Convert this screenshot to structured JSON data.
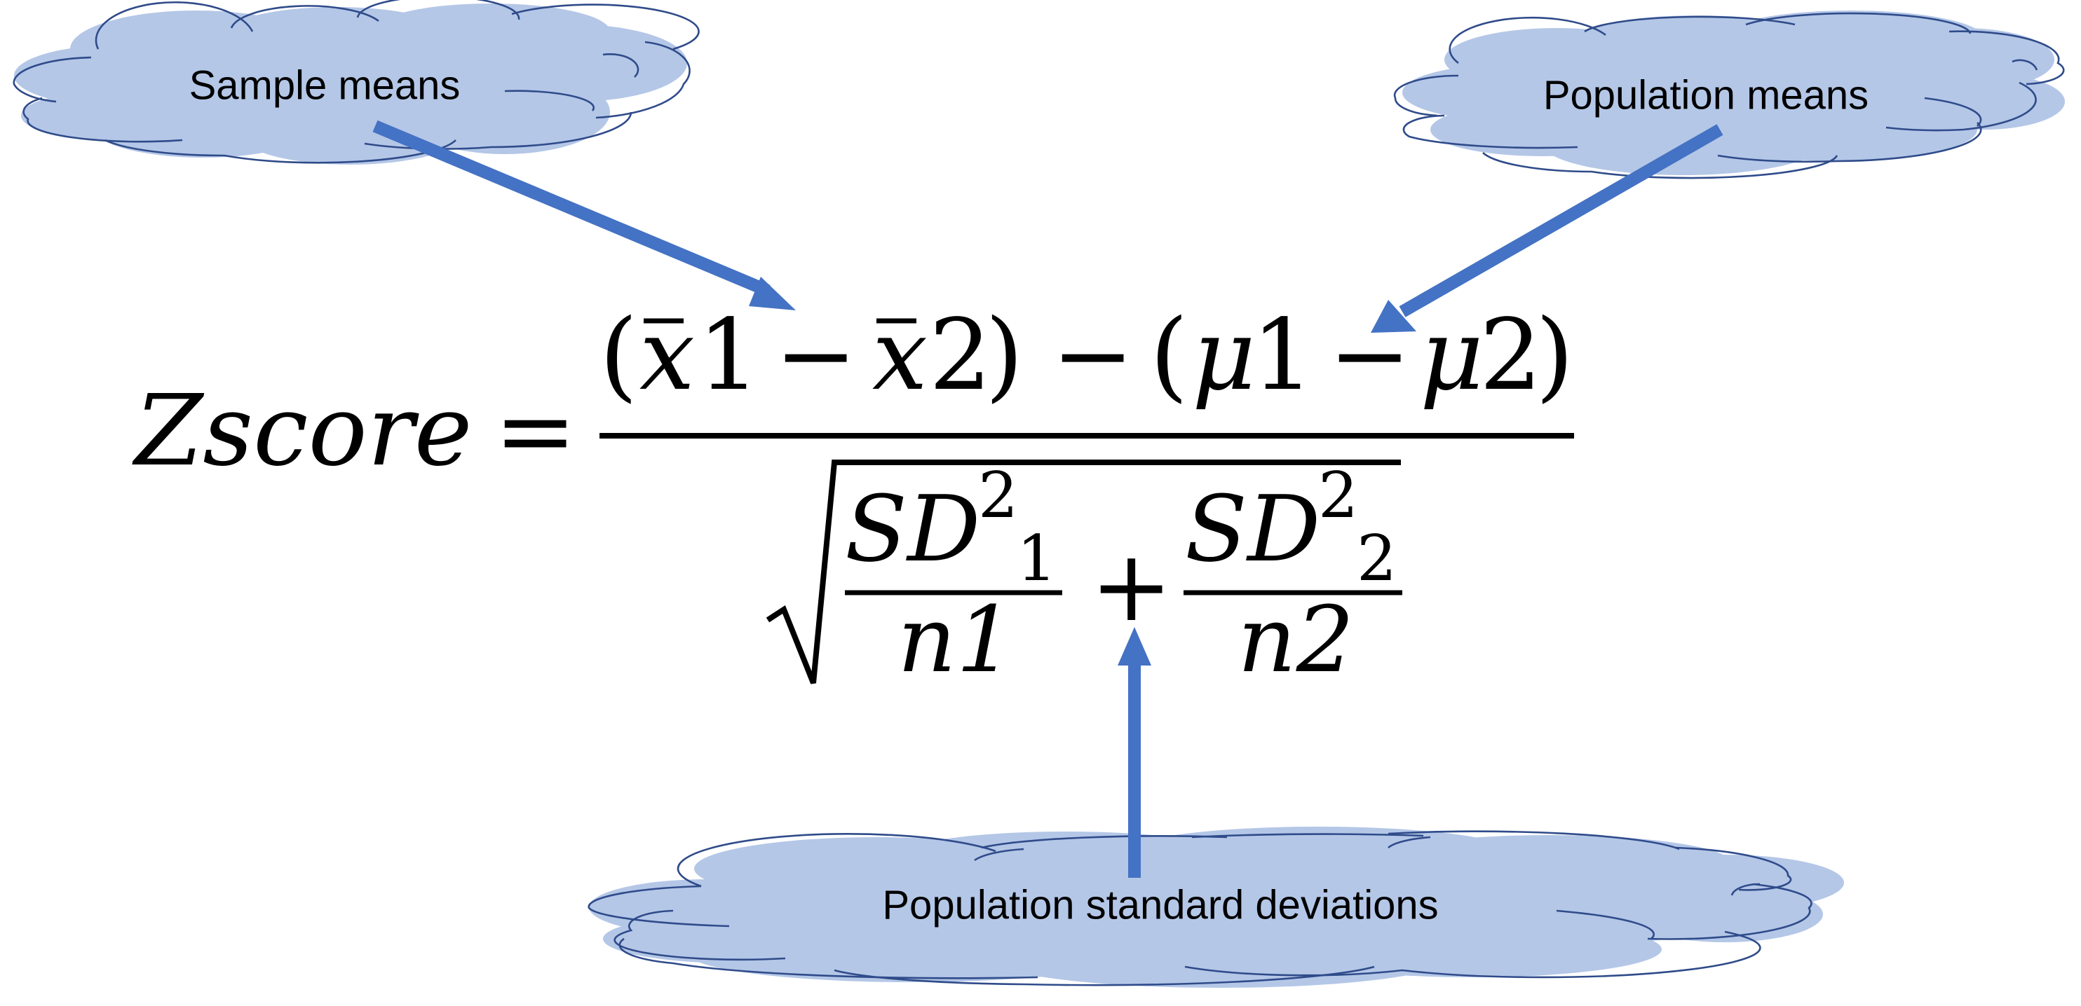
{
  "annotations": {
    "sample_means": "Sample means",
    "population_means": "Population means",
    "population_sd": "Population standard deviations"
  },
  "formula": {
    "lhs": "Zscore",
    "equals": "=",
    "numerator": {
      "open1": "(",
      "xbar1_x": "x",
      "one_a": "1",
      "minus_a": "−",
      "xbar2_x": "x",
      "two_a": "2",
      "close1": ")",
      "minus_mid": "−",
      "open2": "(",
      "mu1": "μ",
      "one_b": "1",
      "minus_b": "−",
      "mu2": "μ",
      "two_b": "2",
      "close2": ")"
    },
    "denominator": {
      "sqrt": "√",
      "term1_sd": "SD",
      "term1_exp": "2",
      "term1_sub": "1",
      "term1_n": "n1",
      "plus": "+",
      "term2_sd": "SD",
      "term2_exp": "2",
      "term2_sub": "2",
      "term2_n": "n2"
    }
  },
  "colors": {
    "arrow": "#4472c4",
    "cloud_fill": "#b4c7e7",
    "cloud_outline": "#2f4b8a"
  }
}
